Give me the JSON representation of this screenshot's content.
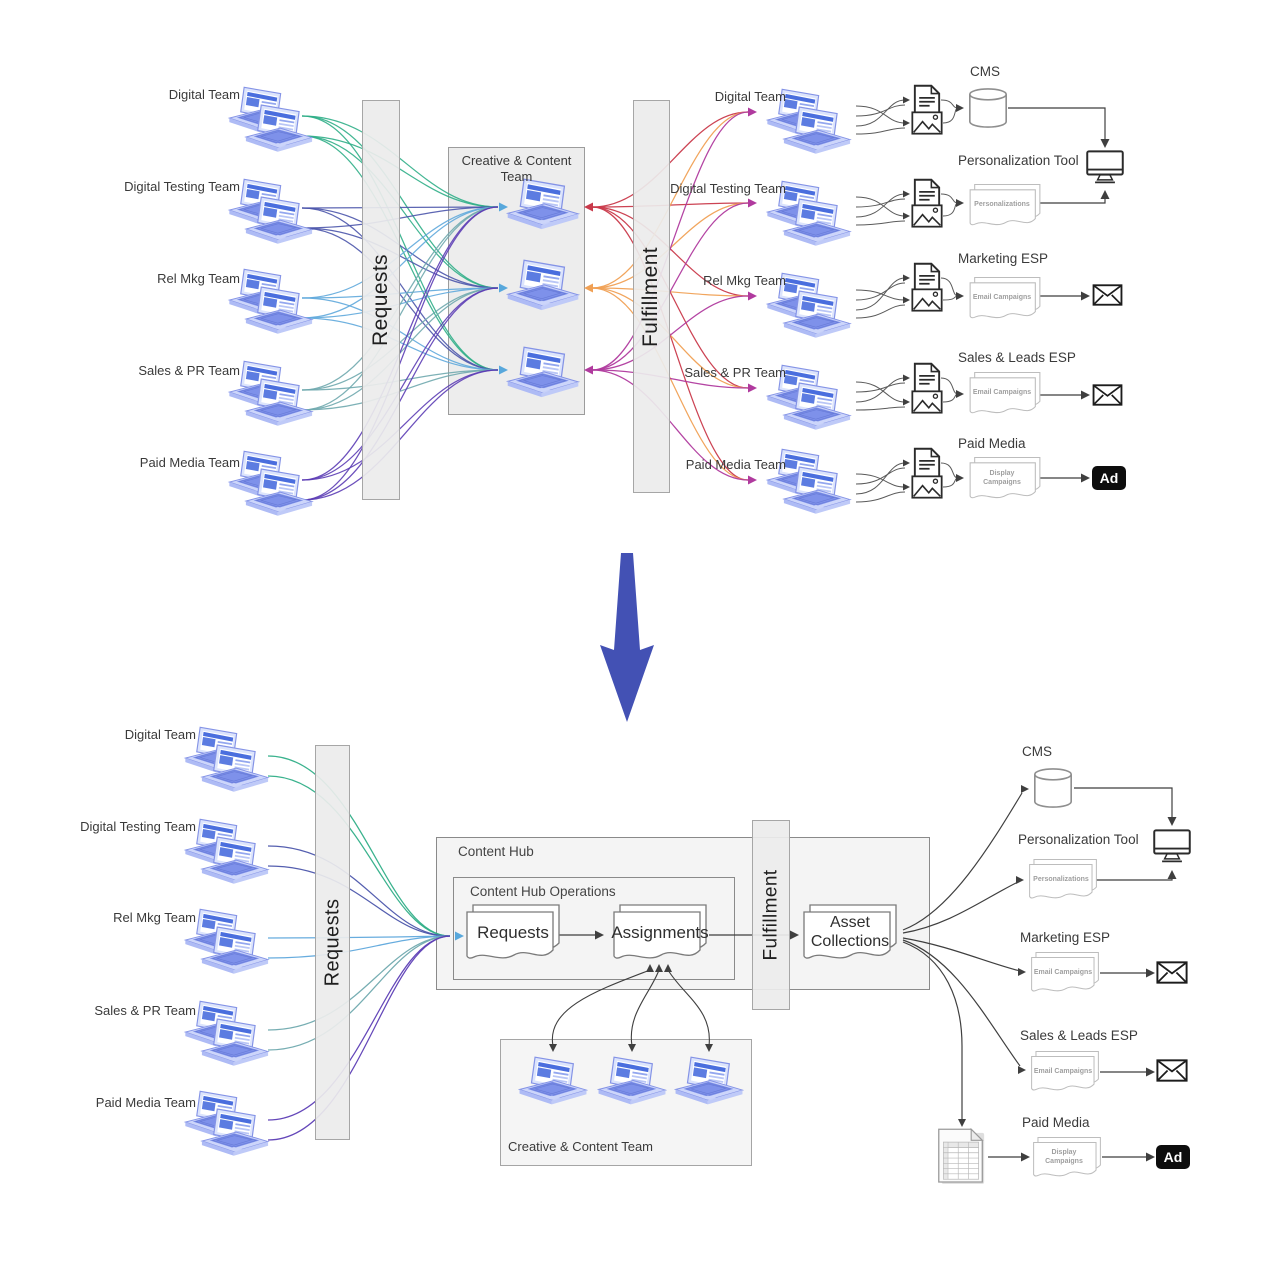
{
  "colors": {
    "digital_team": "#2fae87",
    "digital_testing_team": "#4b55ab",
    "rel_mkg_team": "#5fa8dc",
    "sales_pr_team": "#6fa9ae",
    "paid_media_team": "#5c3db5",
    "fulfillment_laptop_1": "#c9394a",
    "fulfillment_laptop_2": "#f0a054",
    "fulfillment_laptop_3": "#b03a9e",
    "request_arrowhead": "#58a8dc",
    "connector": "#3f3f3f",
    "icon_stroke": "#2b2b2b",
    "transition_arrow": "#4351b4",
    "laptop_accent": "#4a6ede",
    "laptop_body": "#ccd5fa",
    "laptop_border": "#8493e6"
  },
  "top_diagram": {
    "left_teams": [
      "Digital Team",
      "Digital Testing Team",
      "Rel Mkg Team",
      "Sales & PR Team",
      "Paid Media Team"
    ],
    "requests_bar_label": "Requests",
    "creative_team_label": "Creative & Content Team",
    "fulfillment_bar_label": "Fulfillment",
    "right_teams": [
      "Digital Team",
      "Digital Testing Team",
      "Rel Mkg Team",
      "Sales & PR Team",
      "Paid Media Team"
    ],
    "systems": [
      {
        "label": "CMS"
      },
      {
        "label": "Personalization Tool",
        "doc_label": "Personalizations"
      },
      {
        "label": "Marketing ESP",
        "doc_label": "Email Campaigns"
      },
      {
        "label": "Sales & Leads ESP",
        "doc_label": "Email Campaigns"
      },
      {
        "label": "Paid Media",
        "doc_label": "Display Campaigns"
      }
    ],
    "ad_badge": "Ad"
  },
  "bottom_diagram": {
    "teams": [
      "Digital Team",
      "Digital Testing Team",
      "Rel Mkg Team",
      "Sales & PR Team",
      "Paid Media Team"
    ],
    "requests_bar_label": "Requests",
    "content_hub_label": "Content Hub",
    "content_hub_operations_label": "Content Hub Operations",
    "requests_doc_label": "Requests",
    "assignments_doc_label": "Assignments",
    "fulfillment_bar_label": "Fulfillment",
    "asset_collections_doc_label": "Asset Collections",
    "creative_team_label": "Creative & Content Team",
    "systems": [
      {
        "label": "CMS"
      },
      {
        "label": "Personalization Tool",
        "doc_label": "Personalizations"
      },
      {
        "label": "Marketing ESP",
        "doc_label": "Email Campaigns"
      },
      {
        "label": "Sales & Leads ESP",
        "doc_label": "Email Campaigns"
      },
      {
        "label": "Paid Media",
        "doc_label": "Display Campaigns"
      }
    ],
    "ad_badge": "Ad"
  }
}
